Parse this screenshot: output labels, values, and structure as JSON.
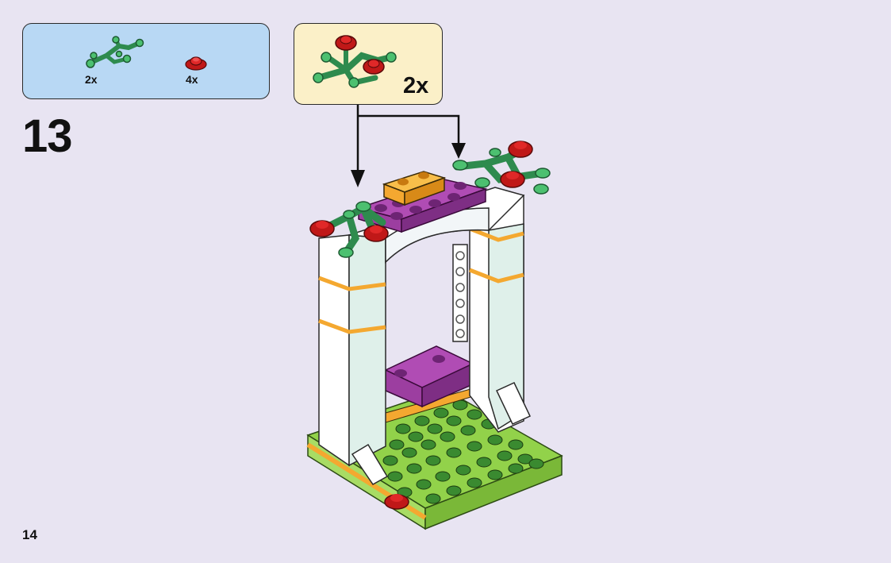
{
  "parts_list": [
    {
      "name": "green-branch-piece",
      "quantity": "2x"
    },
    {
      "name": "red-flower-piece",
      "quantity": "4x"
    }
  ],
  "step": {
    "number": "13"
  },
  "sub_assembly": {
    "quantity": "2x"
  },
  "page": {
    "number": "14"
  },
  "colors": {
    "background": "#e8e4f2",
    "parts_box": "#b8d8f4",
    "sub_box": "#fbf0c8",
    "branch_green": "#3aa05a",
    "flower_red": "#d42020",
    "magenta": "#9c3ea0",
    "lime": "#8ccf3a",
    "orange": "#f4a830"
  }
}
